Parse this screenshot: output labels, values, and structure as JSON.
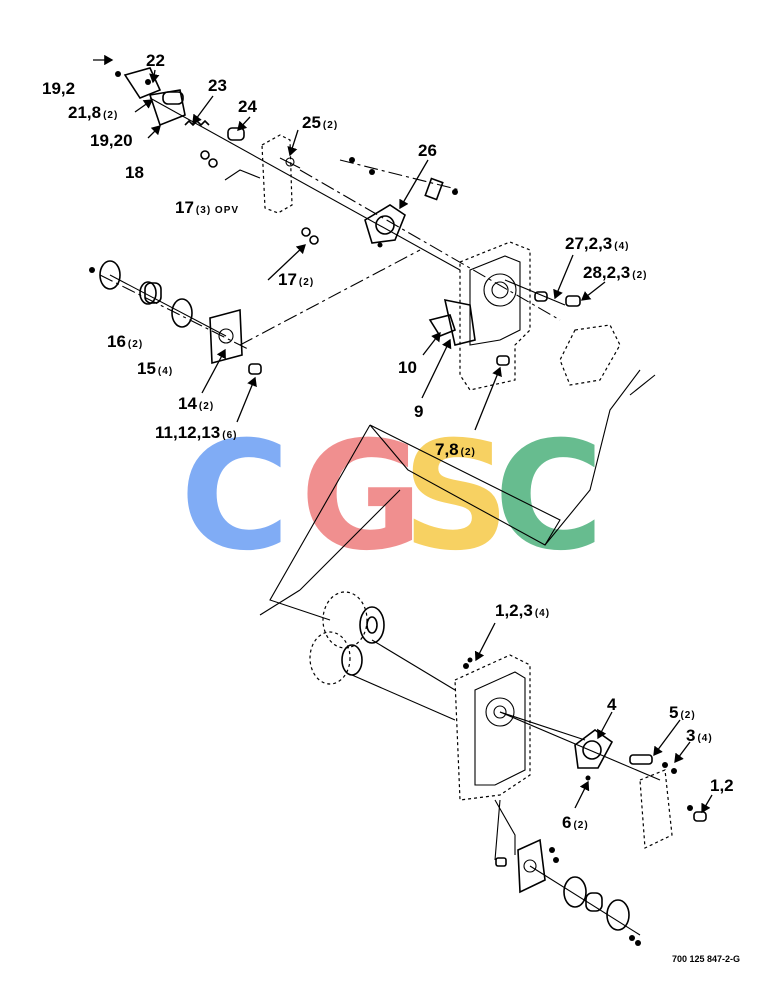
{
  "figure_code": "700 125 847-2-G",
  "watermark": {
    "letters": [
      "C",
      "G",
      "S",
      "C"
    ],
    "colors": [
      "#7aa8f5",
      "#f08a8a",
      "#f7cf5a",
      "#5fb98a"
    ]
  },
  "callouts": [
    {
      "main": "19,2",
      "qty": ""
    },
    {
      "main": "22",
      "qty": ""
    },
    {
      "main": "21,8",
      "qty": "(2)"
    },
    {
      "main": "23",
      "qty": ""
    },
    {
      "main": "24",
      "qty": ""
    },
    {
      "main": "19,20",
      "qty": ""
    },
    {
      "main": "18",
      "qty": ""
    },
    {
      "main": "25",
      "qty": "(2)"
    },
    {
      "main": "26",
      "qty": ""
    },
    {
      "main": "17",
      "qty": "(3) OPV"
    },
    {
      "main": "17",
      "qty": "(2)"
    },
    {
      "main": "27,2,3",
      "qty": "(4)"
    },
    {
      "main": "28,2,3",
      "qty": "(2)"
    },
    {
      "main": "16",
      "qty": "(2)"
    },
    {
      "main": "15",
      "qty": "(4)"
    },
    {
      "main": "10",
      "qty": ""
    },
    {
      "main": "9",
      "qty": ""
    },
    {
      "main": "14",
      "qty": "(2)"
    },
    {
      "main": "11,12,13",
      "qty": "(6)"
    },
    {
      "main": "7,8",
      "qty": "(2)"
    },
    {
      "main": "1,2,3",
      "qty": "(4)"
    },
    {
      "main": "4",
      "qty": ""
    },
    {
      "main": "5",
      "qty": "(2)"
    },
    {
      "main": "3",
      "qty": "(4)"
    },
    {
      "main": "1,2",
      "qty": ""
    },
    {
      "main": "6",
      "qty": "(2)"
    }
  ]
}
